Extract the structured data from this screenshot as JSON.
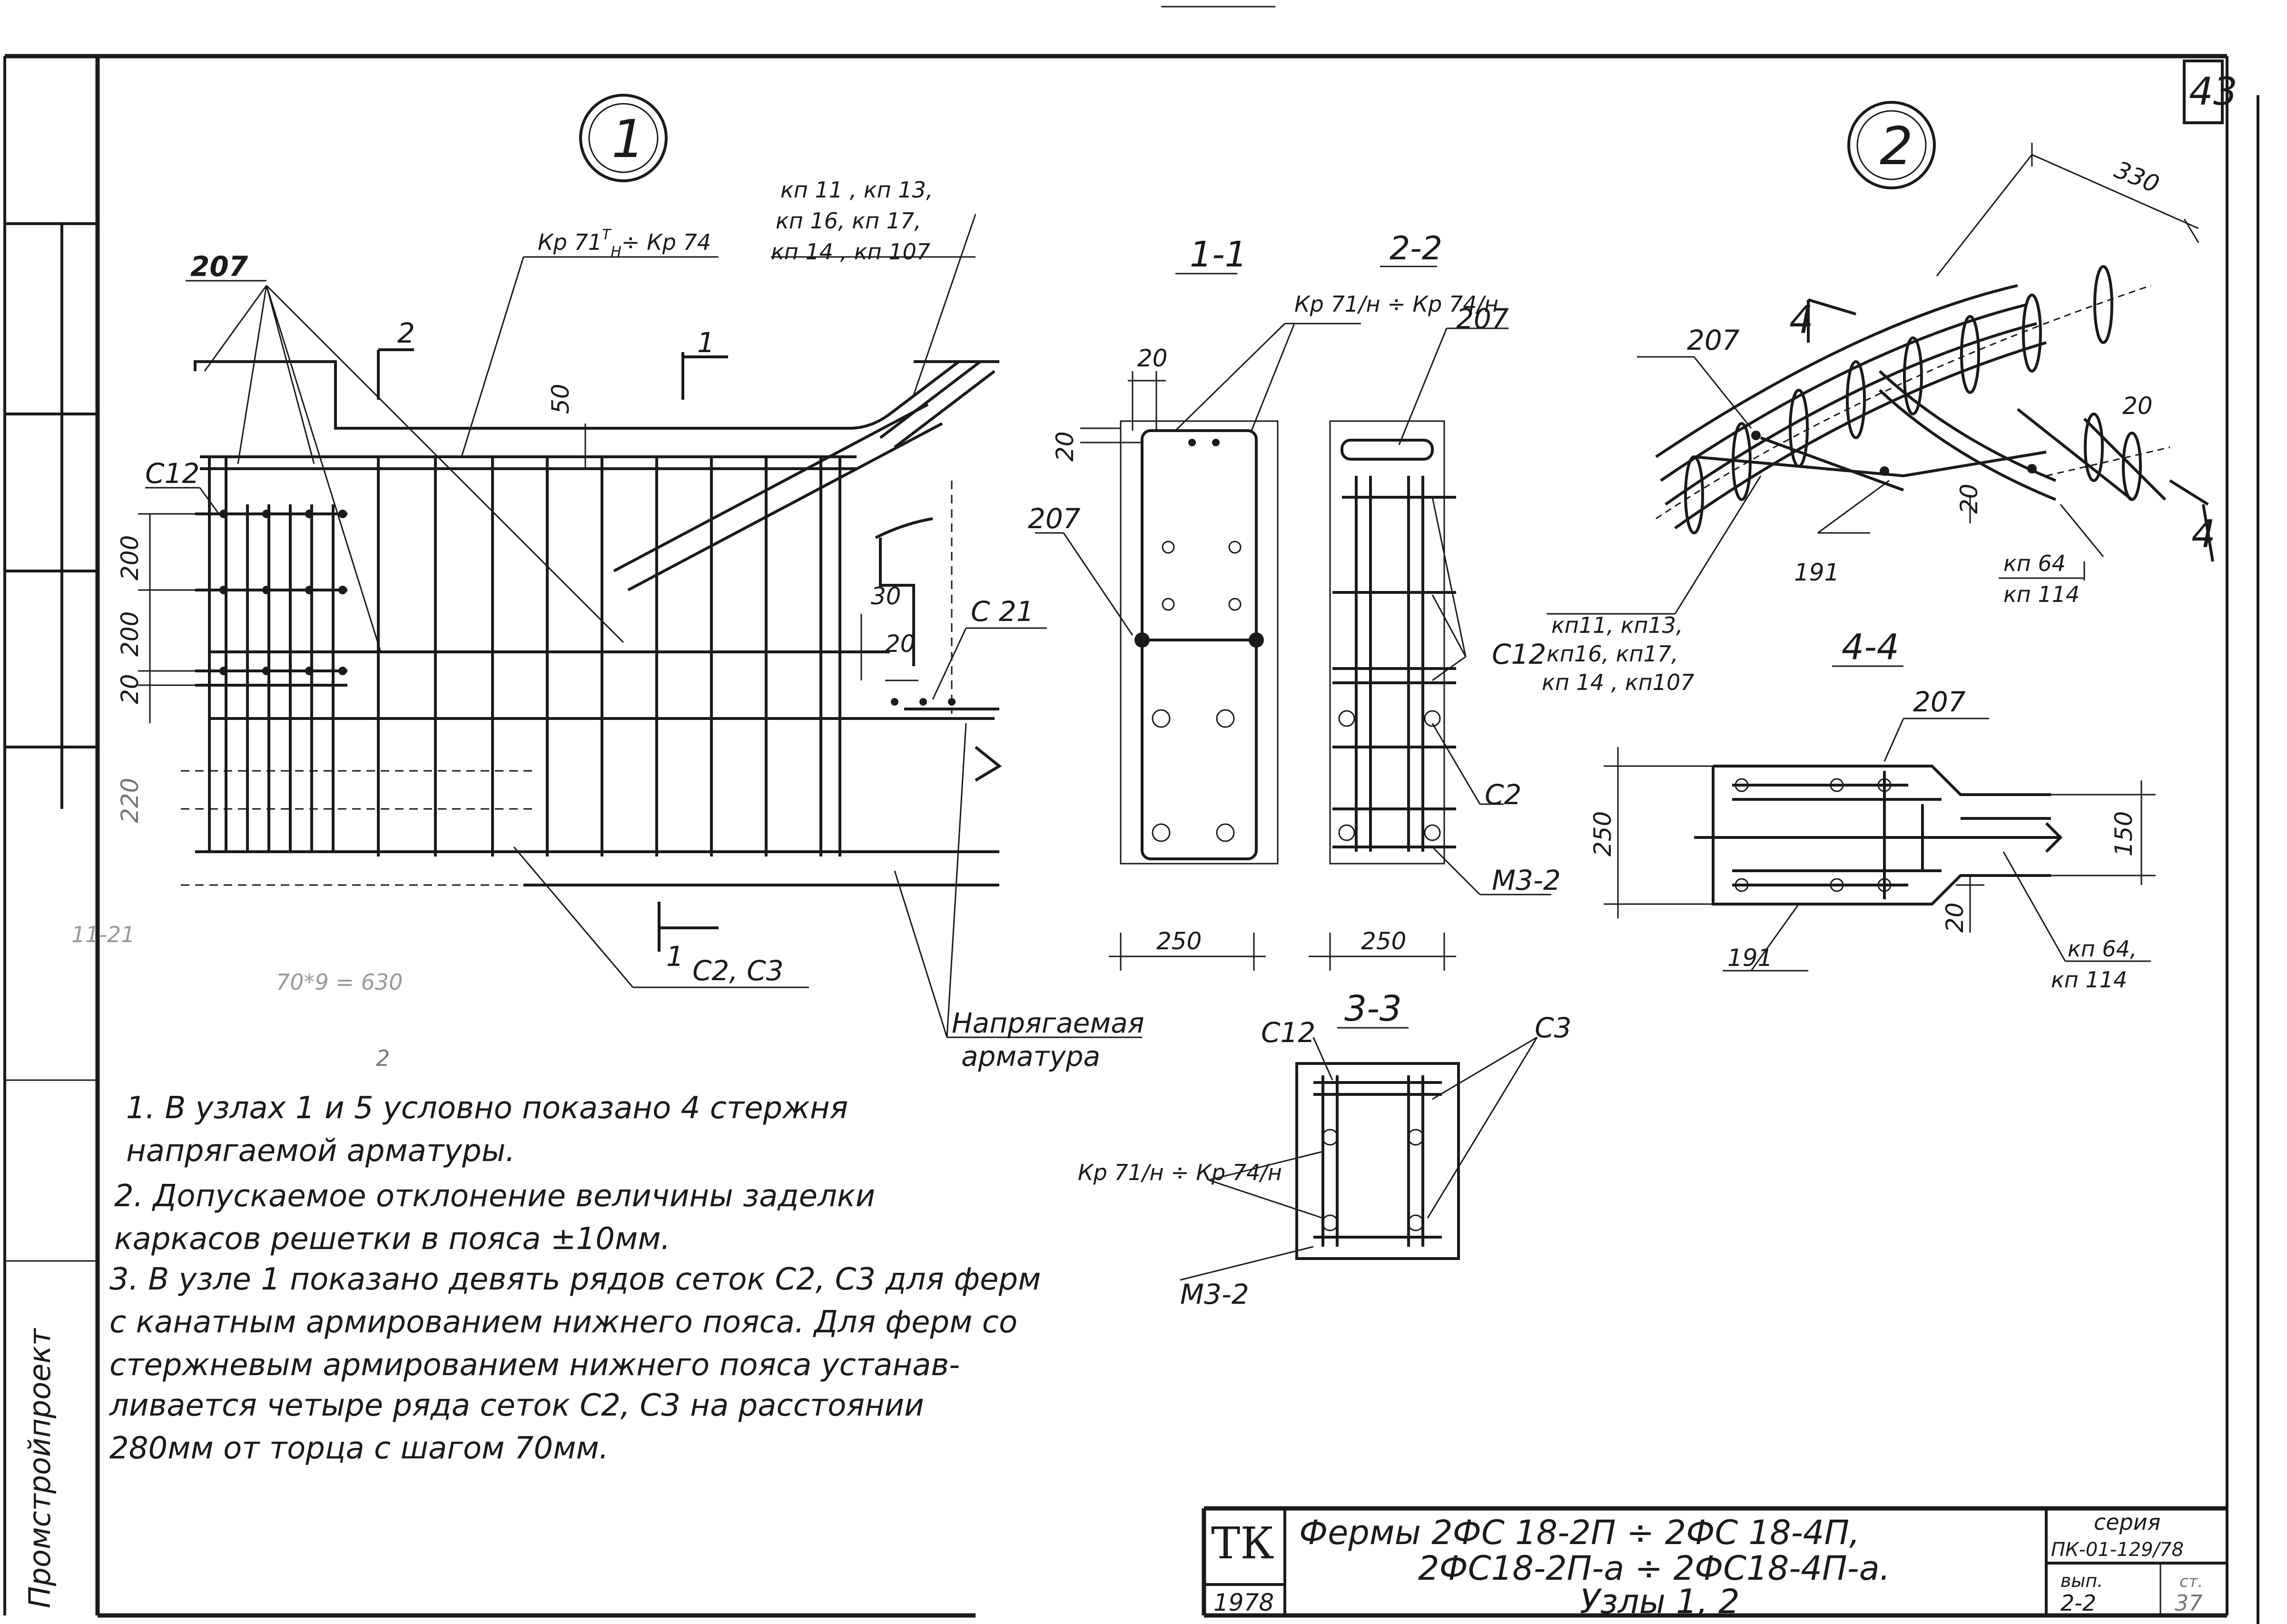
{
  "sheet": {
    "number": "43"
  },
  "node1": {
    "circle_label": "1",
    "callouts": {
      "c207": "207",
      "kr": "Кр 71",
      "kr_sup": "Т",
      "kr_sub": "Н",
      "kr2": "÷ Кр 74",
      "kp_line1": "кп 11 ,  кп 13,",
      "kp_line2": "кп 16,  кп 17,",
      "kp_line3": "кп 14 ,  кп 107",
      "c12": "С12",
      "c21": "С 21",
      "c2c3": "С2,  С3",
      "prestress_1": "Напрягаемая",
      "prestress_2": "арматура"
    },
    "section_marks": {
      "s2": "2",
      "s1": "1",
      "s1b": "1",
      "s2b": "2"
    },
    "dims": {
      "d50": "50",
      "d200a": "200",
      "d200b": "200",
      "d20a": "20",
      "d220": "220",
      "d30": "30",
      "d20b": "20"
    },
    "faint_dims": {
      "a": "11-21",
      "b": "70*9 = 630"
    }
  },
  "sec11": {
    "title": "1-1",
    "kr": "Кр 71/н ÷ Кр 74/н",
    "c207": "207",
    "d20top": "20",
    "d20side": "20",
    "d250": "250"
  },
  "sec22": {
    "title": "2-2",
    "c207": "207",
    "c12": "С12",
    "c2": "С2",
    "m32": "М3-2",
    "d250": "250"
  },
  "sec33": {
    "title": "3-3",
    "c12": "С12",
    "c3": "С3",
    "kr": "Кр 71/н ÷ Кр 74/н",
    "m32": "М3-2"
  },
  "node2": {
    "circle_label": "2",
    "d330": "330",
    "c207": "207",
    "sec4a": "4",
    "sec4b": "4",
    "d20a": "20",
    "d20b": "20",
    "d191": "191",
    "kp64": "кп 64",
    "kp114": "кп 114",
    "kp_line1": "кп11, кп13,",
    "kp_line2": "кп16, кп17,",
    "kp_line3": "кп 14 ,  кп107"
  },
  "sec44": {
    "title": "4-4",
    "c207": "207",
    "d250": "250",
    "d150": "150",
    "d20": "20",
    "d191": "191",
    "kp_line1": "кп 64,",
    "kp_line2": "кп 114"
  },
  "notes": [
    "1. В узлах 1 и 5 условно показано 4 стержня",
    "    напрягаемой арматуры.",
    "2. Допускаемое отклонение величины заделки",
    "    каркасов решетки в пояса ±10мм.",
    "3. В узле 1 показано девять рядов сеток С2, С3 для ферм",
    "    с канатным армированием нижнего пояса. Для ферм со",
    "    стержневым армированием нижнего пояса устанав-",
    "    ливается четыре ряда сеток С2, С3 на расстоянии",
    "    280мм от торца с шагом 70мм."
  ],
  "side_stamp": "Промстройпроект",
  "titleblock": {
    "org": "ТК",
    "year": "1978",
    "title_line1": "Фермы 2ФС 18-2П ÷ 2ФС 18-4П,",
    "title_line2": "2ФС18-2П-а ÷ 2ФС18-4П-а.",
    "title_line3": "Узлы 1, 2",
    "series_label": "серия",
    "series_value": "ПК-01-129/78",
    "vyp_label": "вып.",
    "vyp_value": "2-2",
    "sheet_label": "ст.",
    "sheet_value": "37"
  }
}
